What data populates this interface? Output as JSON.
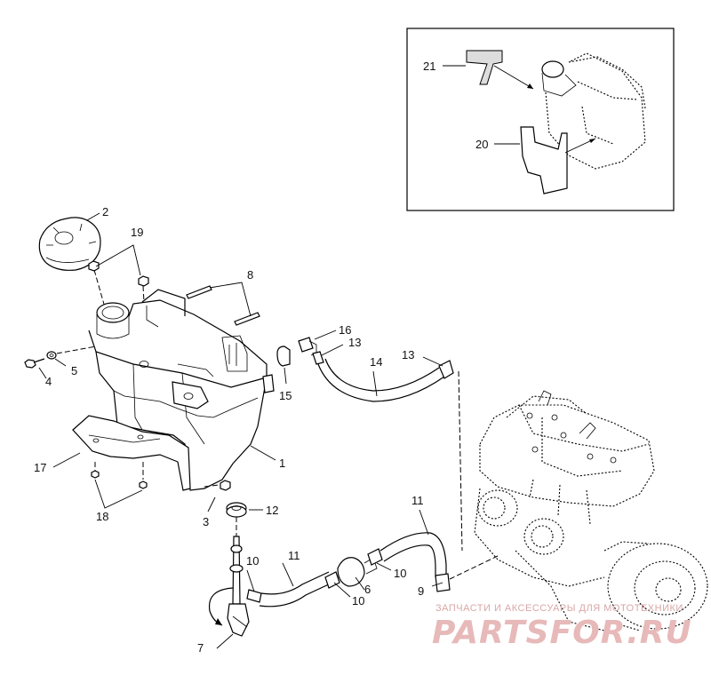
{
  "callouts": {
    "c1": "1",
    "c2": "2",
    "c3": "3",
    "c4": "4",
    "c5": "5",
    "c6": "6",
    "c7": "7",
    "c8": "8",
    "c9": "9",
    "c10a": "10",
    "c10b": "10",
    "c10c": "10",
    "c11a": "11",
    "c11b": "11",
    "c12": "12",
    "c13a": "13",
    "c13b": "13",
    "c14": "14",
    "c15": "15",
    "c16": "16",
    "c17": "17",
    "c18": "18",
    "c19": "19",
    "c20": "20",
    "c21": "21"
  },
  "watermark": {
    "tagline": "ЗАПЧАСТИ И АКСЕССУАРЫ ДЛЯ МОТОТЕХНИКИ",
    "logo": "PARTSFOR.RU"
  },
  "colors": {
    "line": "#000000",
    "watermark": "#e7b9b9"
  }
}
